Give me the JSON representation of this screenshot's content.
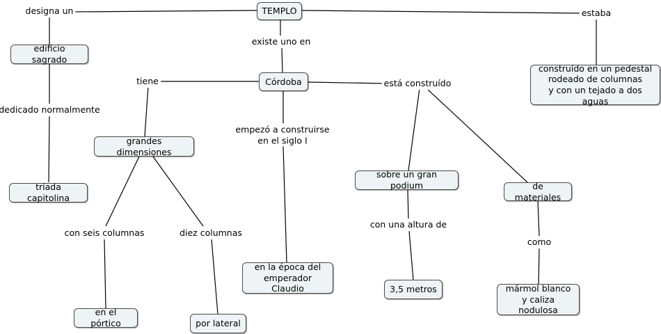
{
  "nodes": {
    "templo": "TEMPLO",
    "edificio": "edificio sagrado",
    "triada": "tríada capitolina",
    "cordoba": "Córdoba",
    "pedestal": "construído en un pedestal\nrodeado de columnas\ny con un tejado a dos aguas",
    "grandes": "grandes dimensiones",
    "epoca": "en la época del\nemperador Claudio",
    "podium": "sobre un gran podium",
    "materiales": "de materiales",
    "portico": "en el pórtico",
    "lateral": "por lateral",
    "metros": "3,5 metros",
    "marmol": "mármol blanco\ny caliza nodulosa"
  },
  "links": {
    "designa": "designa un",
    "estaba": "estaba",
    "existe": "existe uno en",
    "dedicado": "dedicado normalmente",
    "tiene": "tiene",
    "construido": "está construído",
    "empezo": "empezó a construirse\nen el siglo I",
    "seis": "con seis columnas",
    "diez": "diez columnas",
    "altura": "con una altura de",
    "como": "como"
  }
}
